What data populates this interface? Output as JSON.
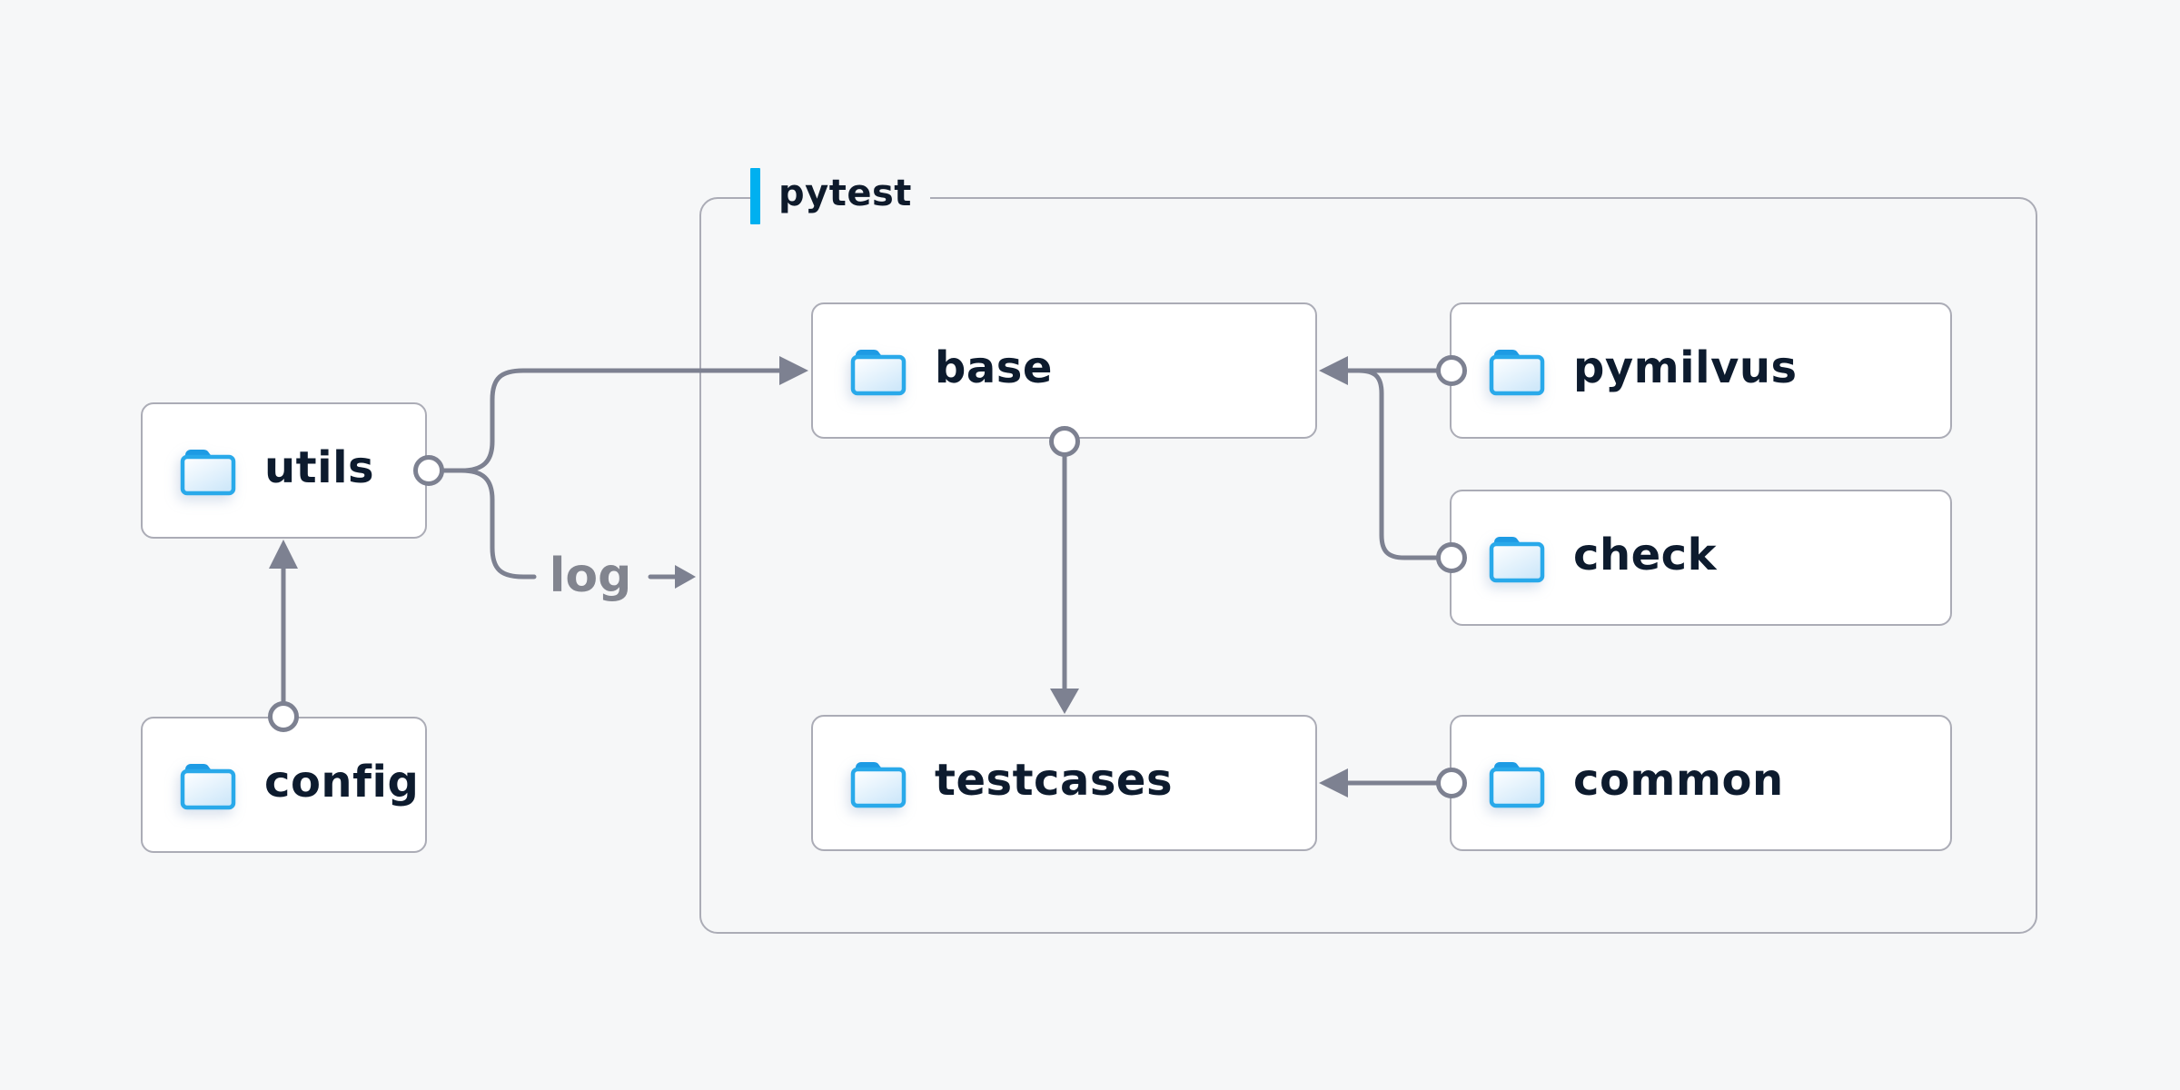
{
  "diagram": {
    "group": {
      "label": "pytest"
    },
    "nodes": {
      "utils": {
        "label": "utils",
        "icon": "folder"
      },
      "config": {
        "label": "config",
        "icon": "folder"
      },
      "base": {
        "label": "base",
        "icon": "folder"
      },
      "pymilvus": {
        "label": "pymilvus",
        "icon": "folder"
      },
      "check": {
        "label": "check",
        "icon": "folder"
      },
      "testcases": {
        "label": "testcases",
        "icon": "folder"
      },
      "common": {
        "label": "common",
        "icon": "folder"
      }
    },
    "edges": [
      {
        "from": "config",
        "to": "utils"
      },
      {
        "from": "utils",
        "to": "base"
      },
      {
        "from": "utils",
        "to": "pytest-group",
        "label": "log"
      },
      {
        "from": "base",
        "to": "testcases"
      },
      {
        "from": "pymilvus",
        "to": "base"
      },
      {
        "from": "check",
        "to": "base"
      },
      {
        "from": "common",
        "to": "testcases"
      }
    ],
    "colors": {
      "background": "#f6f7f8",
      "node_fill": "#ffffff",
      "node_border": "#abacb6",
      "connector": "#7d8191",
      "node_text": "#0d1b2e",
      "edge_label_text": "#82858f",
      "accent_bar": "#00b0f0",
      "folder_blue": "#29a9ea"
    }
  }
}
